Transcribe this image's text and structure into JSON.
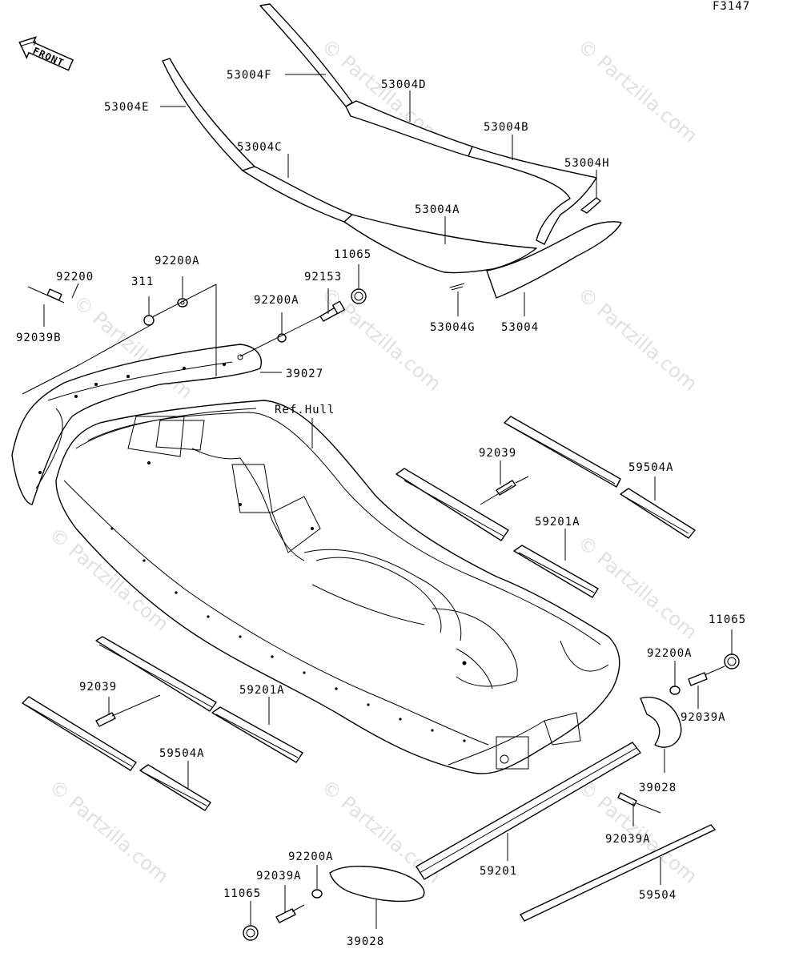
{
  "figure_code": "F3147",
  "front_label": "FRONT",
  "watermark": "© Partzilla.com",
  "labels": {
    "p53004F": "53004F",
    "p53004D": "53004D",
    "p53004E": "53004E",
    "p53004B": "53004B",
    "p53004C": "53004C",
    "p53004H": "53004H",
    "p53004A": "53004A",
    "p53004G": "53004G",
    "p53004": "53004",
    "p11065_top": "11065",
    "p92153": "92153",
    "p92200A_top": "92200A",
    "p92200A_mid": "92200A",
    "p311": "311",
    "p92200": "92200",
    "p92039B": "92039B",
    "p39027": "39027",
    "ref_hull": "Ref.Hull",
    "p92039_upper": "92039",
    "p59504A_upper": "59504A",
    "p59201A_upper": "59201A",
    "p11065_right": "11065",
    "p92200A_right": "92200A",
    "p92039A_right": "92039A",
    "p39028_right": "39028",
    "p92039A_lower": "92039A",
    "p92039_lower": "92039",
    "p59201A_lower": "59201A",
    "p59504A_lower": "59504A",
    "p59201": "59201",
    "p59504": "59504",
    "p92200A_bottom": "92200A",
    "p92039A_bottom": "92039A",
    "p11065_bottom": "11065",
    "p39028_bottom": "39028"
  }
}
